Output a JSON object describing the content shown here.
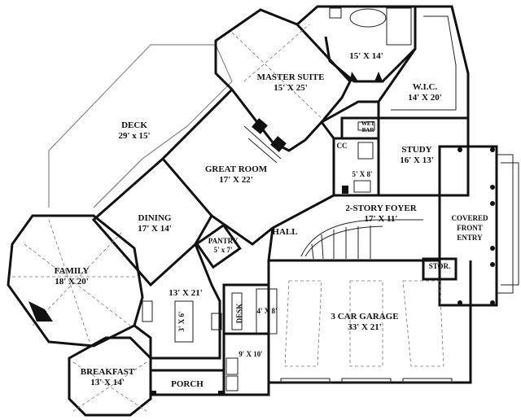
{
  "rooms": {
    "deck": {
      "name": "DECK",
      "dims": "29' x 15'"
    },
    "master_suite": {
      "name": "MASTER SUITE",
      "dims": "15' X 25'"
    },
    "master_bath": {
      "dims": "15' X 14'"
    },
    "wic": {
      "name": "W.I.C.",
      "dims": "14' X 20'"
    },
    "wet_bar": {
      "name": "WET",
      "name2": "BAR"
    },
    "cc": {
      "name": "CC"
    },
    "study": {
      "name": "STUDY",
      "dims": "16' X 13'"
    },
    "great_room": {
      "name": "GREAT ROOM",
      "dims": "17' X 22'"
    },
    "bath_small": {
      "dims": "5' X 8'"
    },
    "dining": {
      "name": "DINING",
      "dims": "17' X 14'"
    },
    "foyer": {
      "name": "2-STORY FOYER",
      "dims": "17' X 11'"
    },
    "covered_entry": {
      "name": "COVERED",
      "name2": "FRONT",
      "name3": "ENTRY"
    },
    "pantry": {
      "name": "PANTRY",
      "dims": "5' x 7'"
    },
    "hall": {
      "name": "HALL"
    },
    "family": {
      "name": "FAMILY",
      "dims": "18' X 20'"
    },
    "kitchen": {
      "dims": "13' X 21'"
    },
    "island": {
      "dims": "3' X 6'"
    },
    "storage": {
      "name": "STOR."
    },
    "desk": {
      "name": "DESK"
    },
    "powder": {
      "dims": "4' X 8'"
    },
    "garage": {
      "name": "3 CAR GARAGE",
      "dims": "33' X 21'"
    },
    "laundry": {
      "dims": "9' X 10'"
    },
    "breakfast": {
      "name": "BREAKFAST",
      "dims": "13' X 14'"
    },
    "porch": {
      "name": "PORCH"
    }
  },
  "colors": {
    "walls": "#111111",
    "deck_line": "#888888",
    "background": "#ffffff"
  }
}
